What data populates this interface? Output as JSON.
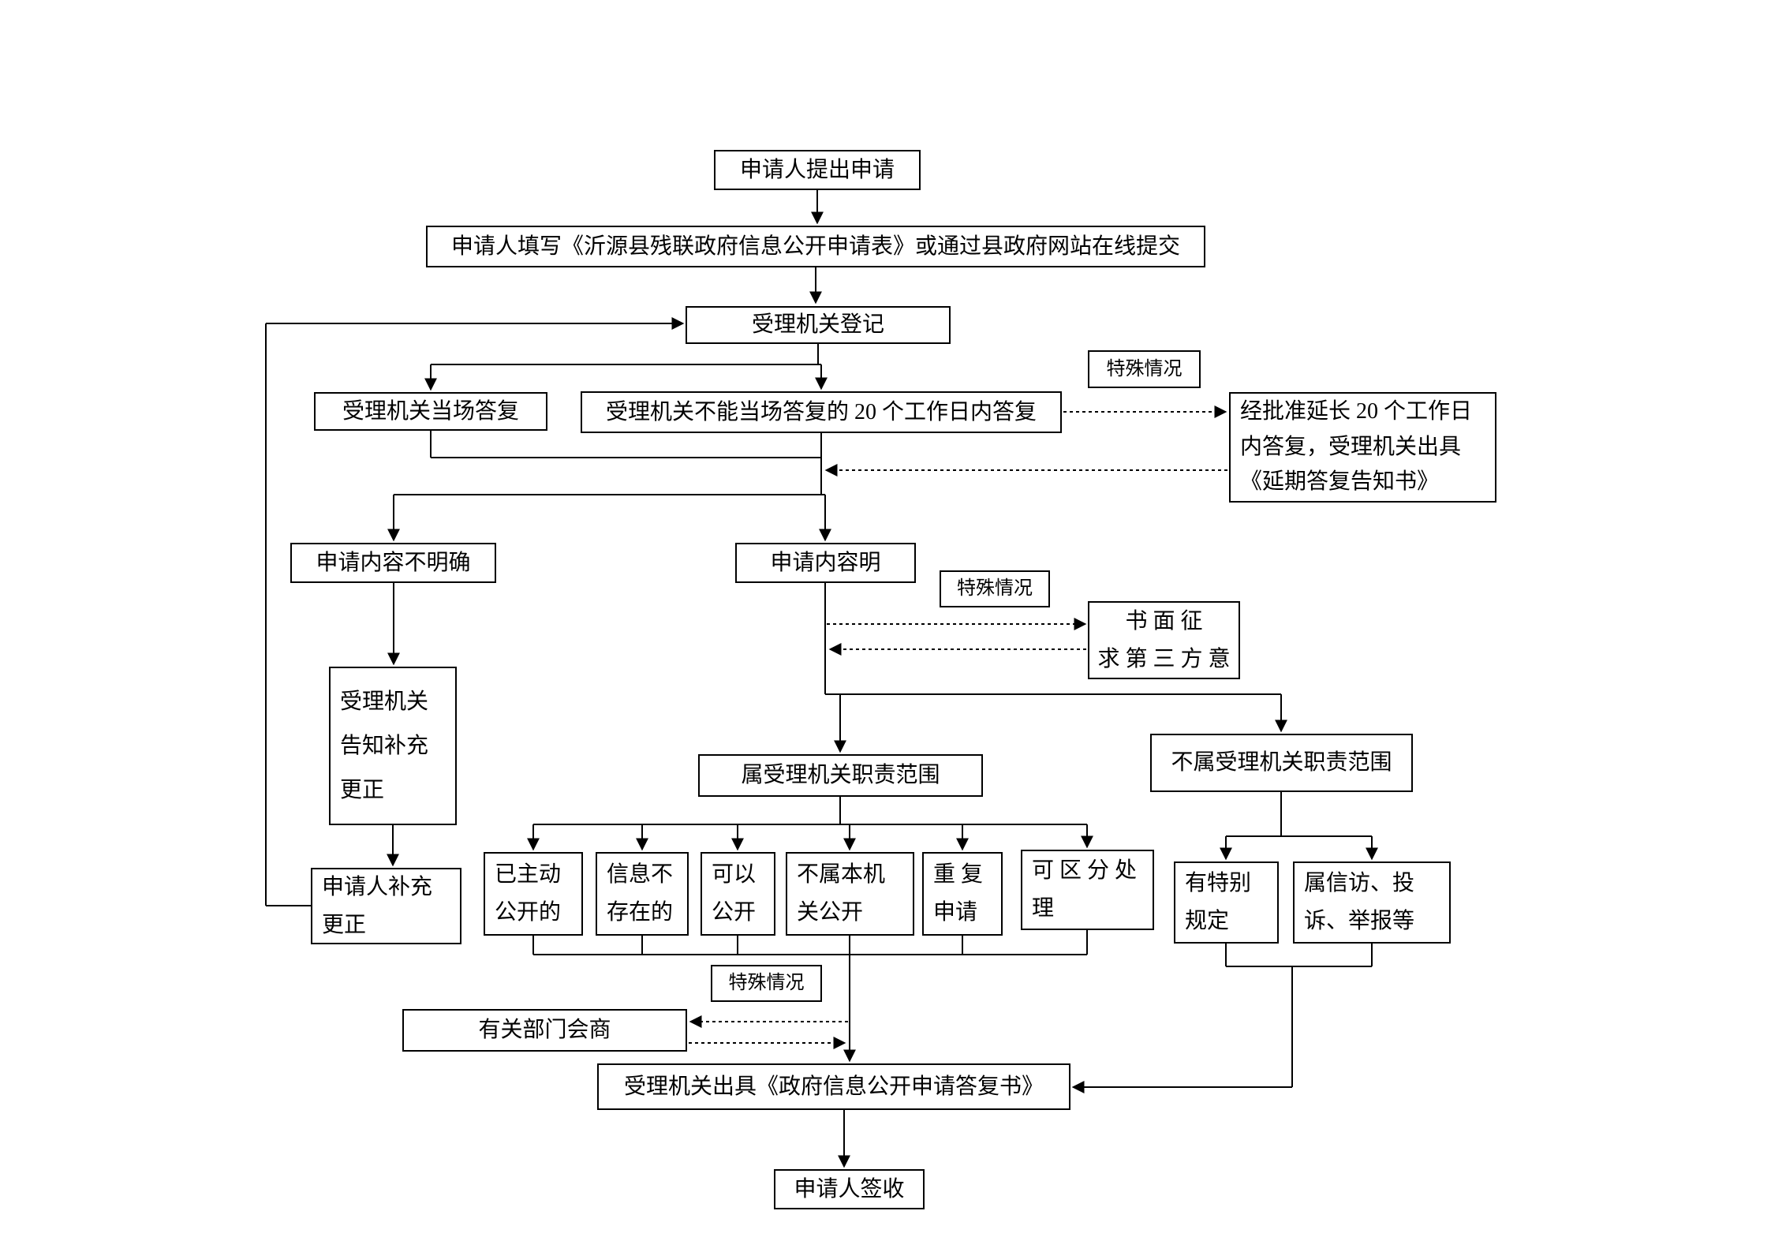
{
  "nodes": {
    "submit": "申请人提出申请",
    "fill": "申请人填写《沂源县残联政府信息公开申请表》或通过县政府网站在线提交",
    "register": "受理机关登记",
    "onspot": "受理机关当场答复",
    "within20": "受理机关不能当场答复的 20 个工作日内答复",
    "special1": "特殊情况",
    "extend": "经批准延长 20 个工作日\n内答复，受理机关出具\n《延期答复告知书》",
    "unclear": "申请内容不明确",
    "clear": "申请内容明",
    "special2": "特殊情况",
    "third_party": "书 面 征\n求 第 三 方 意",
    "notify": "受理机关\n告知补充\n更正",
    "supplement": "申请人补充\n更正",
    "within_scope": "属受理机关职责范围",
    "not_within_scope": "不属受理机关职责范围",
    "already_public": "已主动\n公开的",
    "not_exist": "信息不\n存在的",
    "can_public": "可以\n公开",
    "not_this_organ": "不属本机\n关公开",
    "repeat": "重 复\n申请",
    "distinguish": "可 区 分 处\n理",
    "special_rule": "有特别\n规定",
    "petition": "属信访、投\n诉、举报等",
    "special3": "特殊情况",
    "consult": "有关部门会商",
    "reply": "受理机关出具《政府信息公开申请答复书》",
    "sign": "申请人签收"
  }
}
